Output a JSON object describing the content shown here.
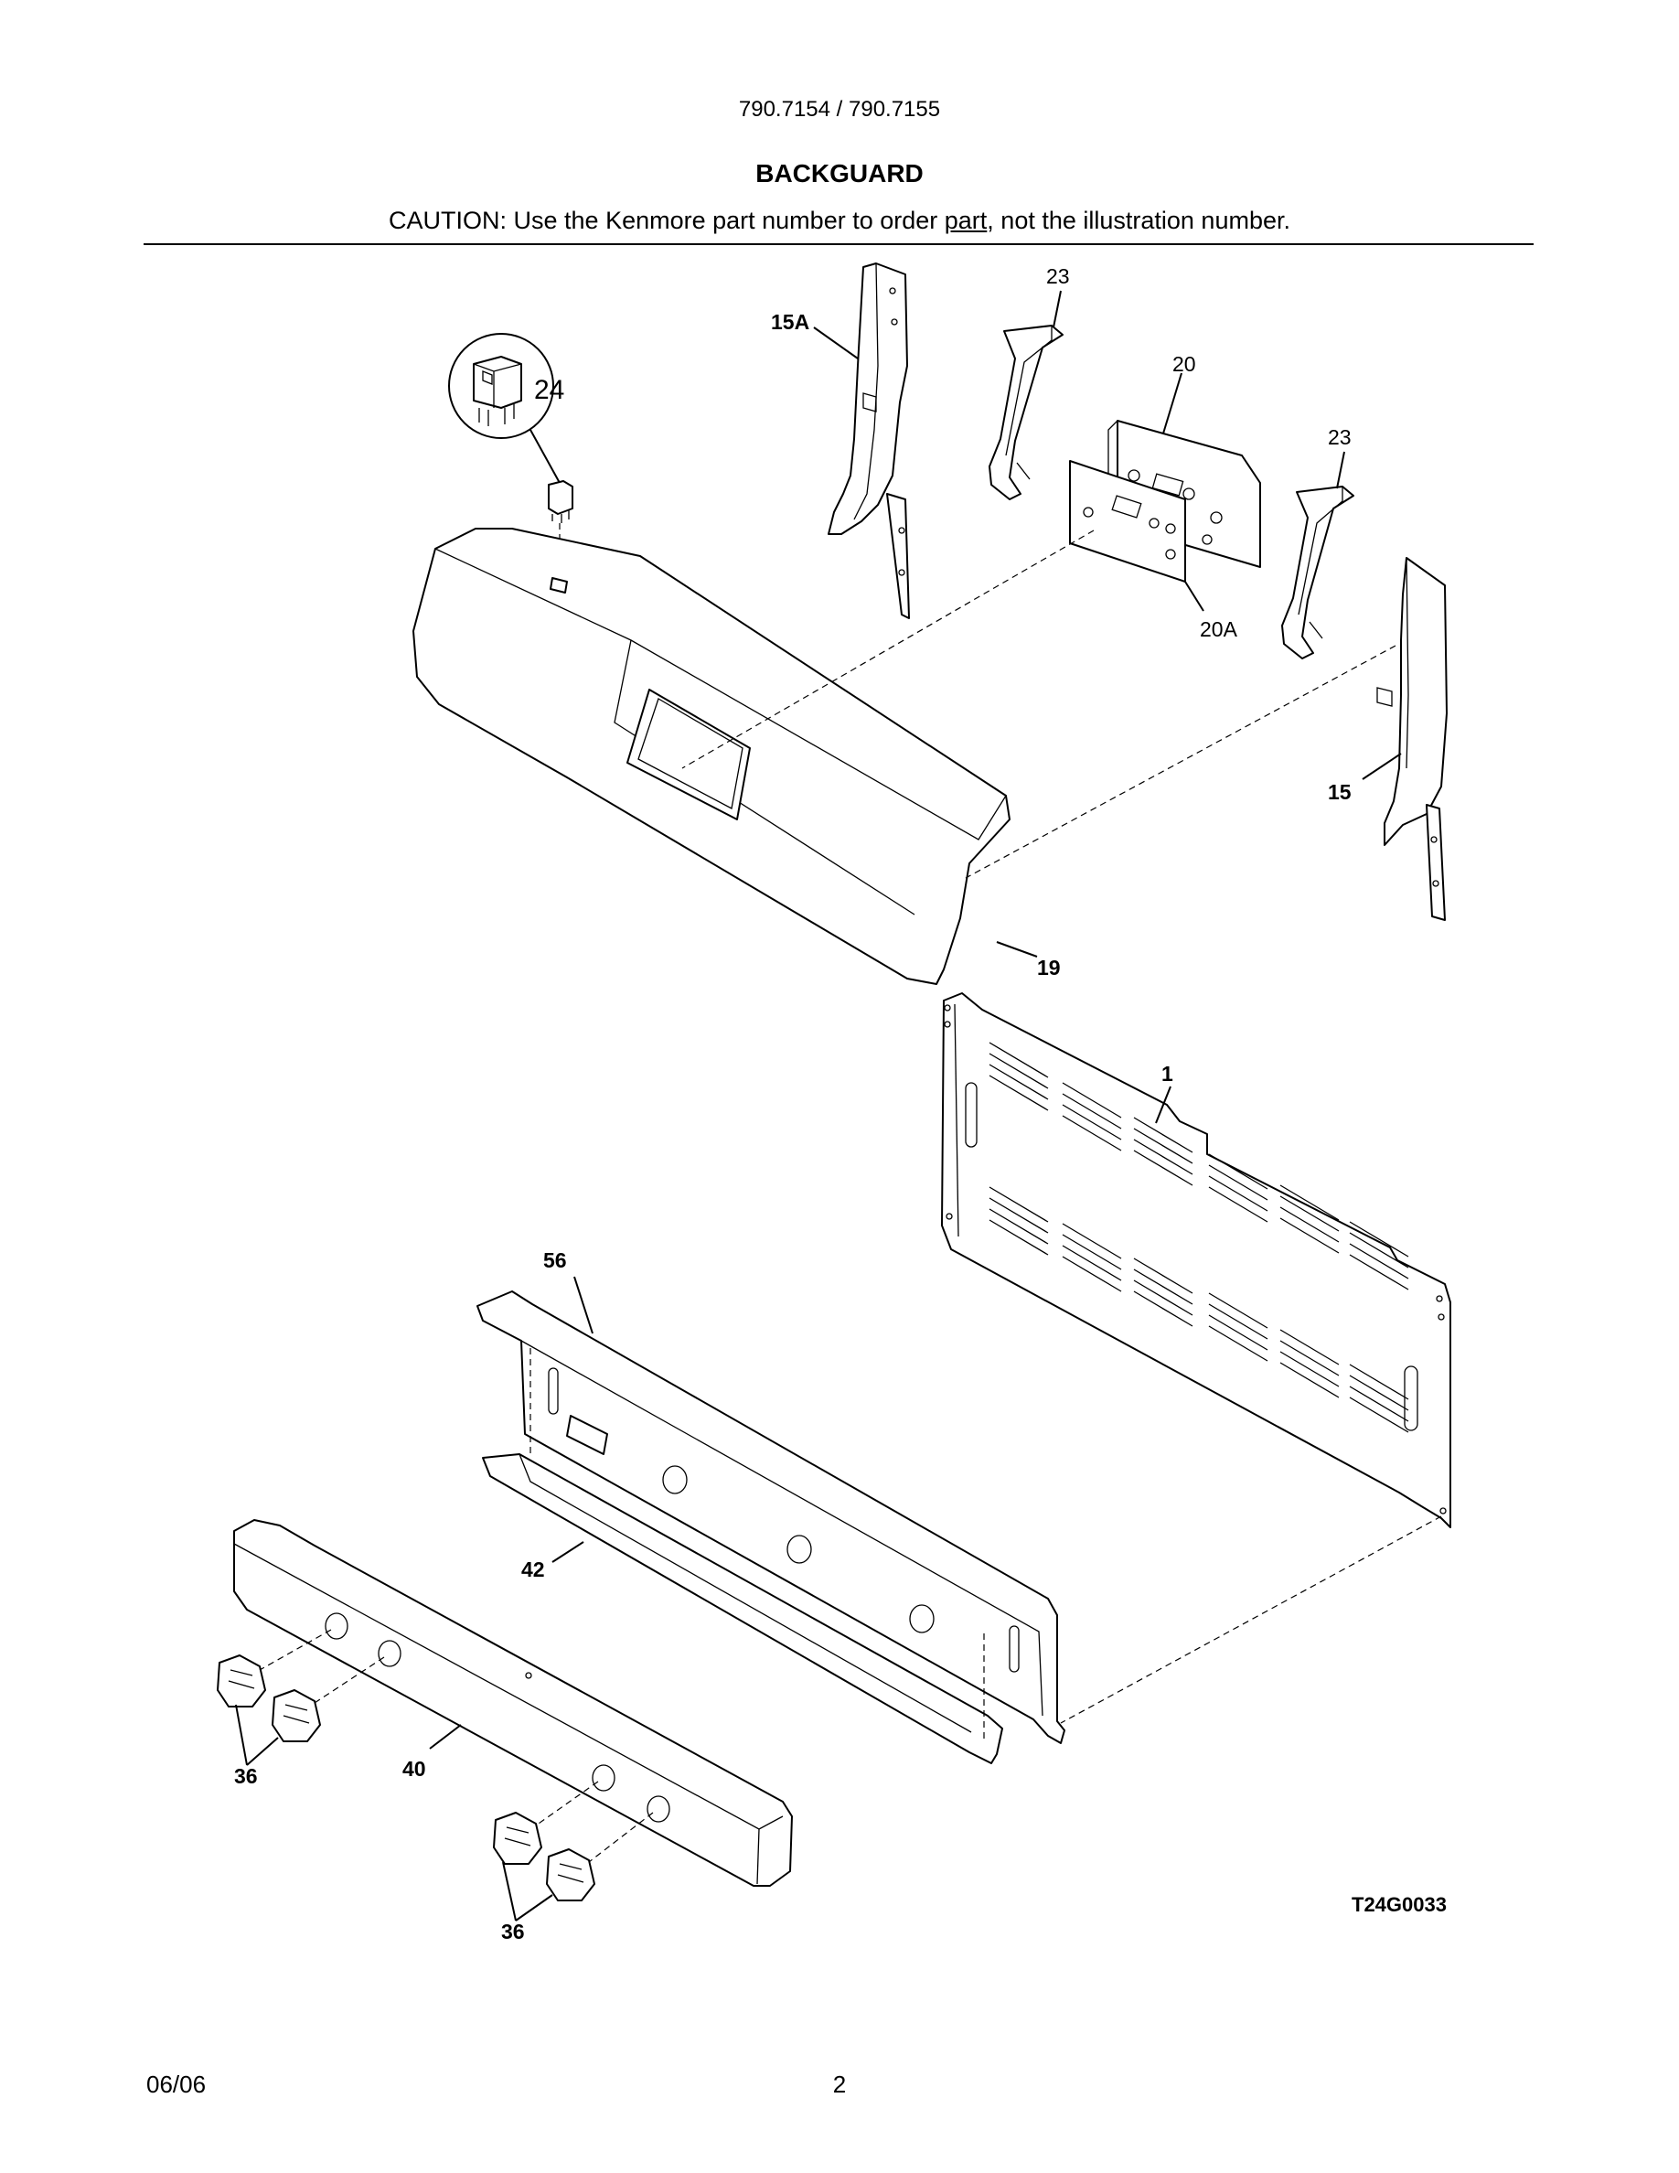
{
  "header": {
    "model": "790.7154 / 790.7155",
    "title": "BACKGUARD",
    "caution_prefix": "CAUTION: Use the Kenmore part number to order ",
    "caution_underlined": "part",
    "caution_suffix": ", not the illustration number."
  },
  "callouts": {
    "p1": "1",
    "p15": "15",
    "p15A": "15A",
    "p19": "19",
    "p20": "20",
    "p20A": "20A",
    "p23_left": "23",
    "p23_right": "23",
    "p24": "24",
    "p36_left": "36",
    "p36_right": "36",
    "p40": "40",
    "p42": "42",
    "p56": "56"
  },
  "drawing_code": "T24G0033",
  "footer": {
    "date": "06/06",
    "page": "2"
  }
}
